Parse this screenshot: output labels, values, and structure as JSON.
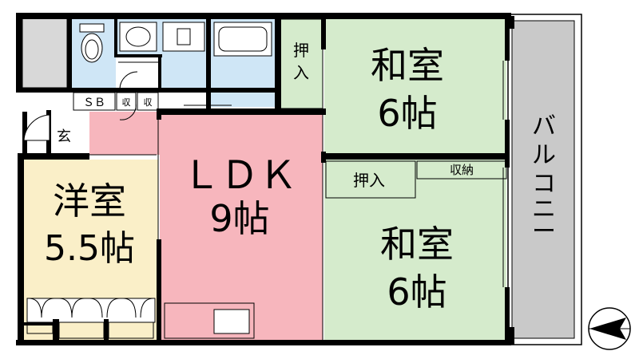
{
  "rooms": {
    "washitsu_top": {
      "name": "和室",
      "size": "6帖"
    },
    "washitsu_bottom": {
      "name": "和室",
      "size": "6帖"
    },
    "ldk": {
      "name": "ＬＤＫ",
      "size": "9帖"
    },
    "youshitsu": {
      "name": "洋室",
      "size": "5.5帖"
    }
  },
  "labels": {
    "oshiire_top": [
      "押",
      "入"
    ],
    "oshiire_bottom": "押入",
    "shuunou": "収納",
    "sb": "ＳＢ",
    "shuu_a": "収",
    "shuu_b": "収",
    "genkan": "玄",
    "balcony": [
      "バ",
      "ル",
      "コ",
      "ニ",
      "ー"
    ]
  },
  "colors": {
    "wall": "#000000",
    "washitsu": "#d5ebcc",
    "ldk": "#f7b6bd",
    "youshitsu": "#faefc8",
    "wet_area": "#cfe6f6",
    "balcony": "#c9c9c9",
    "closet": "#d8d8d8",
    "hall": "#f7b6bd"
  },
  "compass": {
    "icon": "north-arrow-icon"
  }
}
